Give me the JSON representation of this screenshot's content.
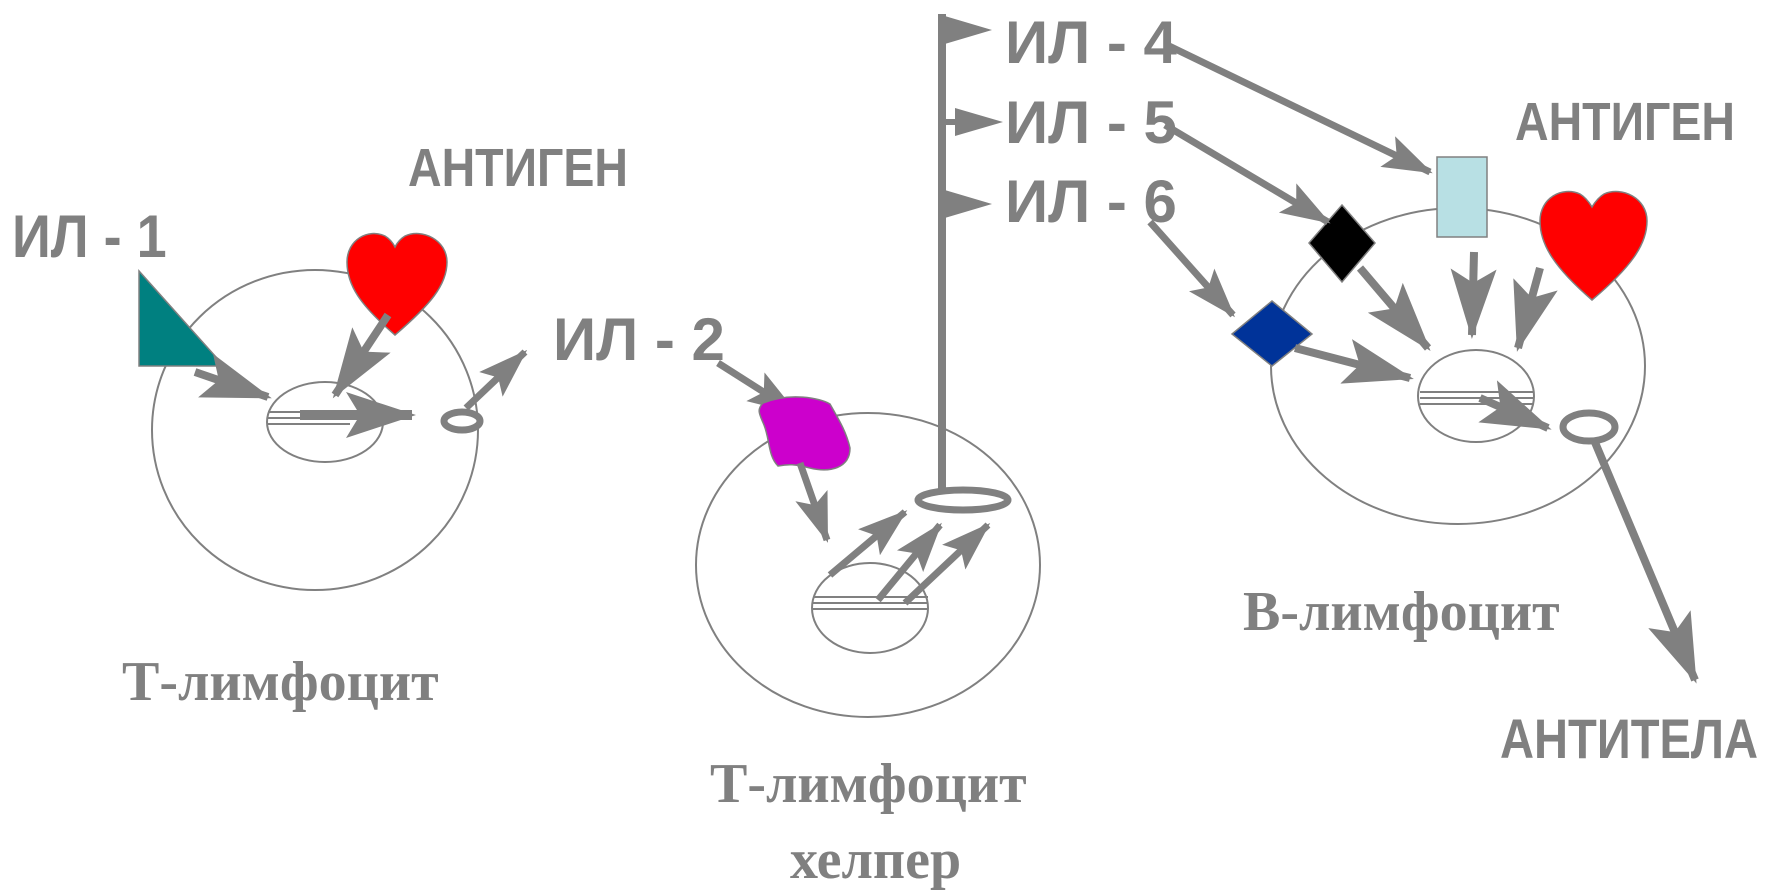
{
  "labels": {
    "il1": "ИЛ - 1",
    "il2": "ИЛ - 2",
    "il4": "ИЛ - 4",
    "il5": "ИЛ - 5",
    "il6": "ИЛ - 6",
    "antigen_left": "АНТИГЕН",
    "antigen_right": "АНТИГЕН",
    "antibodies": "АНТИТЕЛА",
    "t_lymphocyte": "Т-лимфоцит",
    "t_helper_line1": "Т-лимфоцит",
    "t_helper_line2": "хелпер",
    "b_lymphocyte": "В-лимфоцит"
  },
  "colors": {
    "text_gray": "#808080",
    "il1_triangle": "#008080",
    "antigen_heart": "#ff0000",
    "il2_receptor": "#cc00cc",
    "il4_receptor": "#b8e0e4",
    "il5_receptor": "#000000",
    "il6_receptor": "#003399"
  },
  "icons": {
    "il1_receptor": "triangle-icon",
    "antigen": "heart-icon",
    "il2_receptor": "blob-icon",
    "il4_receptor": "rectangle-icon",
    "il5_receptor": "diamond-icon",
    "il6_receptor": "diamond-icon"
  }
}
